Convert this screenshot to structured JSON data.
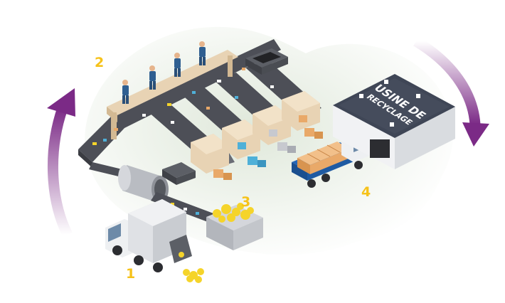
{
  "diagram": {
    "steps": [
      {
        "number": "1",
        "subject": "collection-truck"
      },
      {
        "number": "2",
        "subject": "manual-sorting-line"
      },
      {
        "number": "3",
        "subject": "sorted-materials-bin"
      },
      {
        "number": "4",
        "subject": "transport-truck"
      }
    ],
    "plant_label": {
      "line1": "USINE DE",
      "line2": "RECYCLAGE"
    },
    "colors": {
      "step_number": "#f6c21a",
      "arrow": "#7b2a86",
      "background_blob": "#dfe8da",
      "conveyor": "#4d4f57",
      "plant_roof": "#3f4656",
      "plant_wall": "#f1f2f4",
      "cab_white": "#eef0f2",
      "worker_blue": "#2f5f91",
      "cardboard": "#e9a969",
      "yellow_waste": "#f5d42a"
    }
  }
}
